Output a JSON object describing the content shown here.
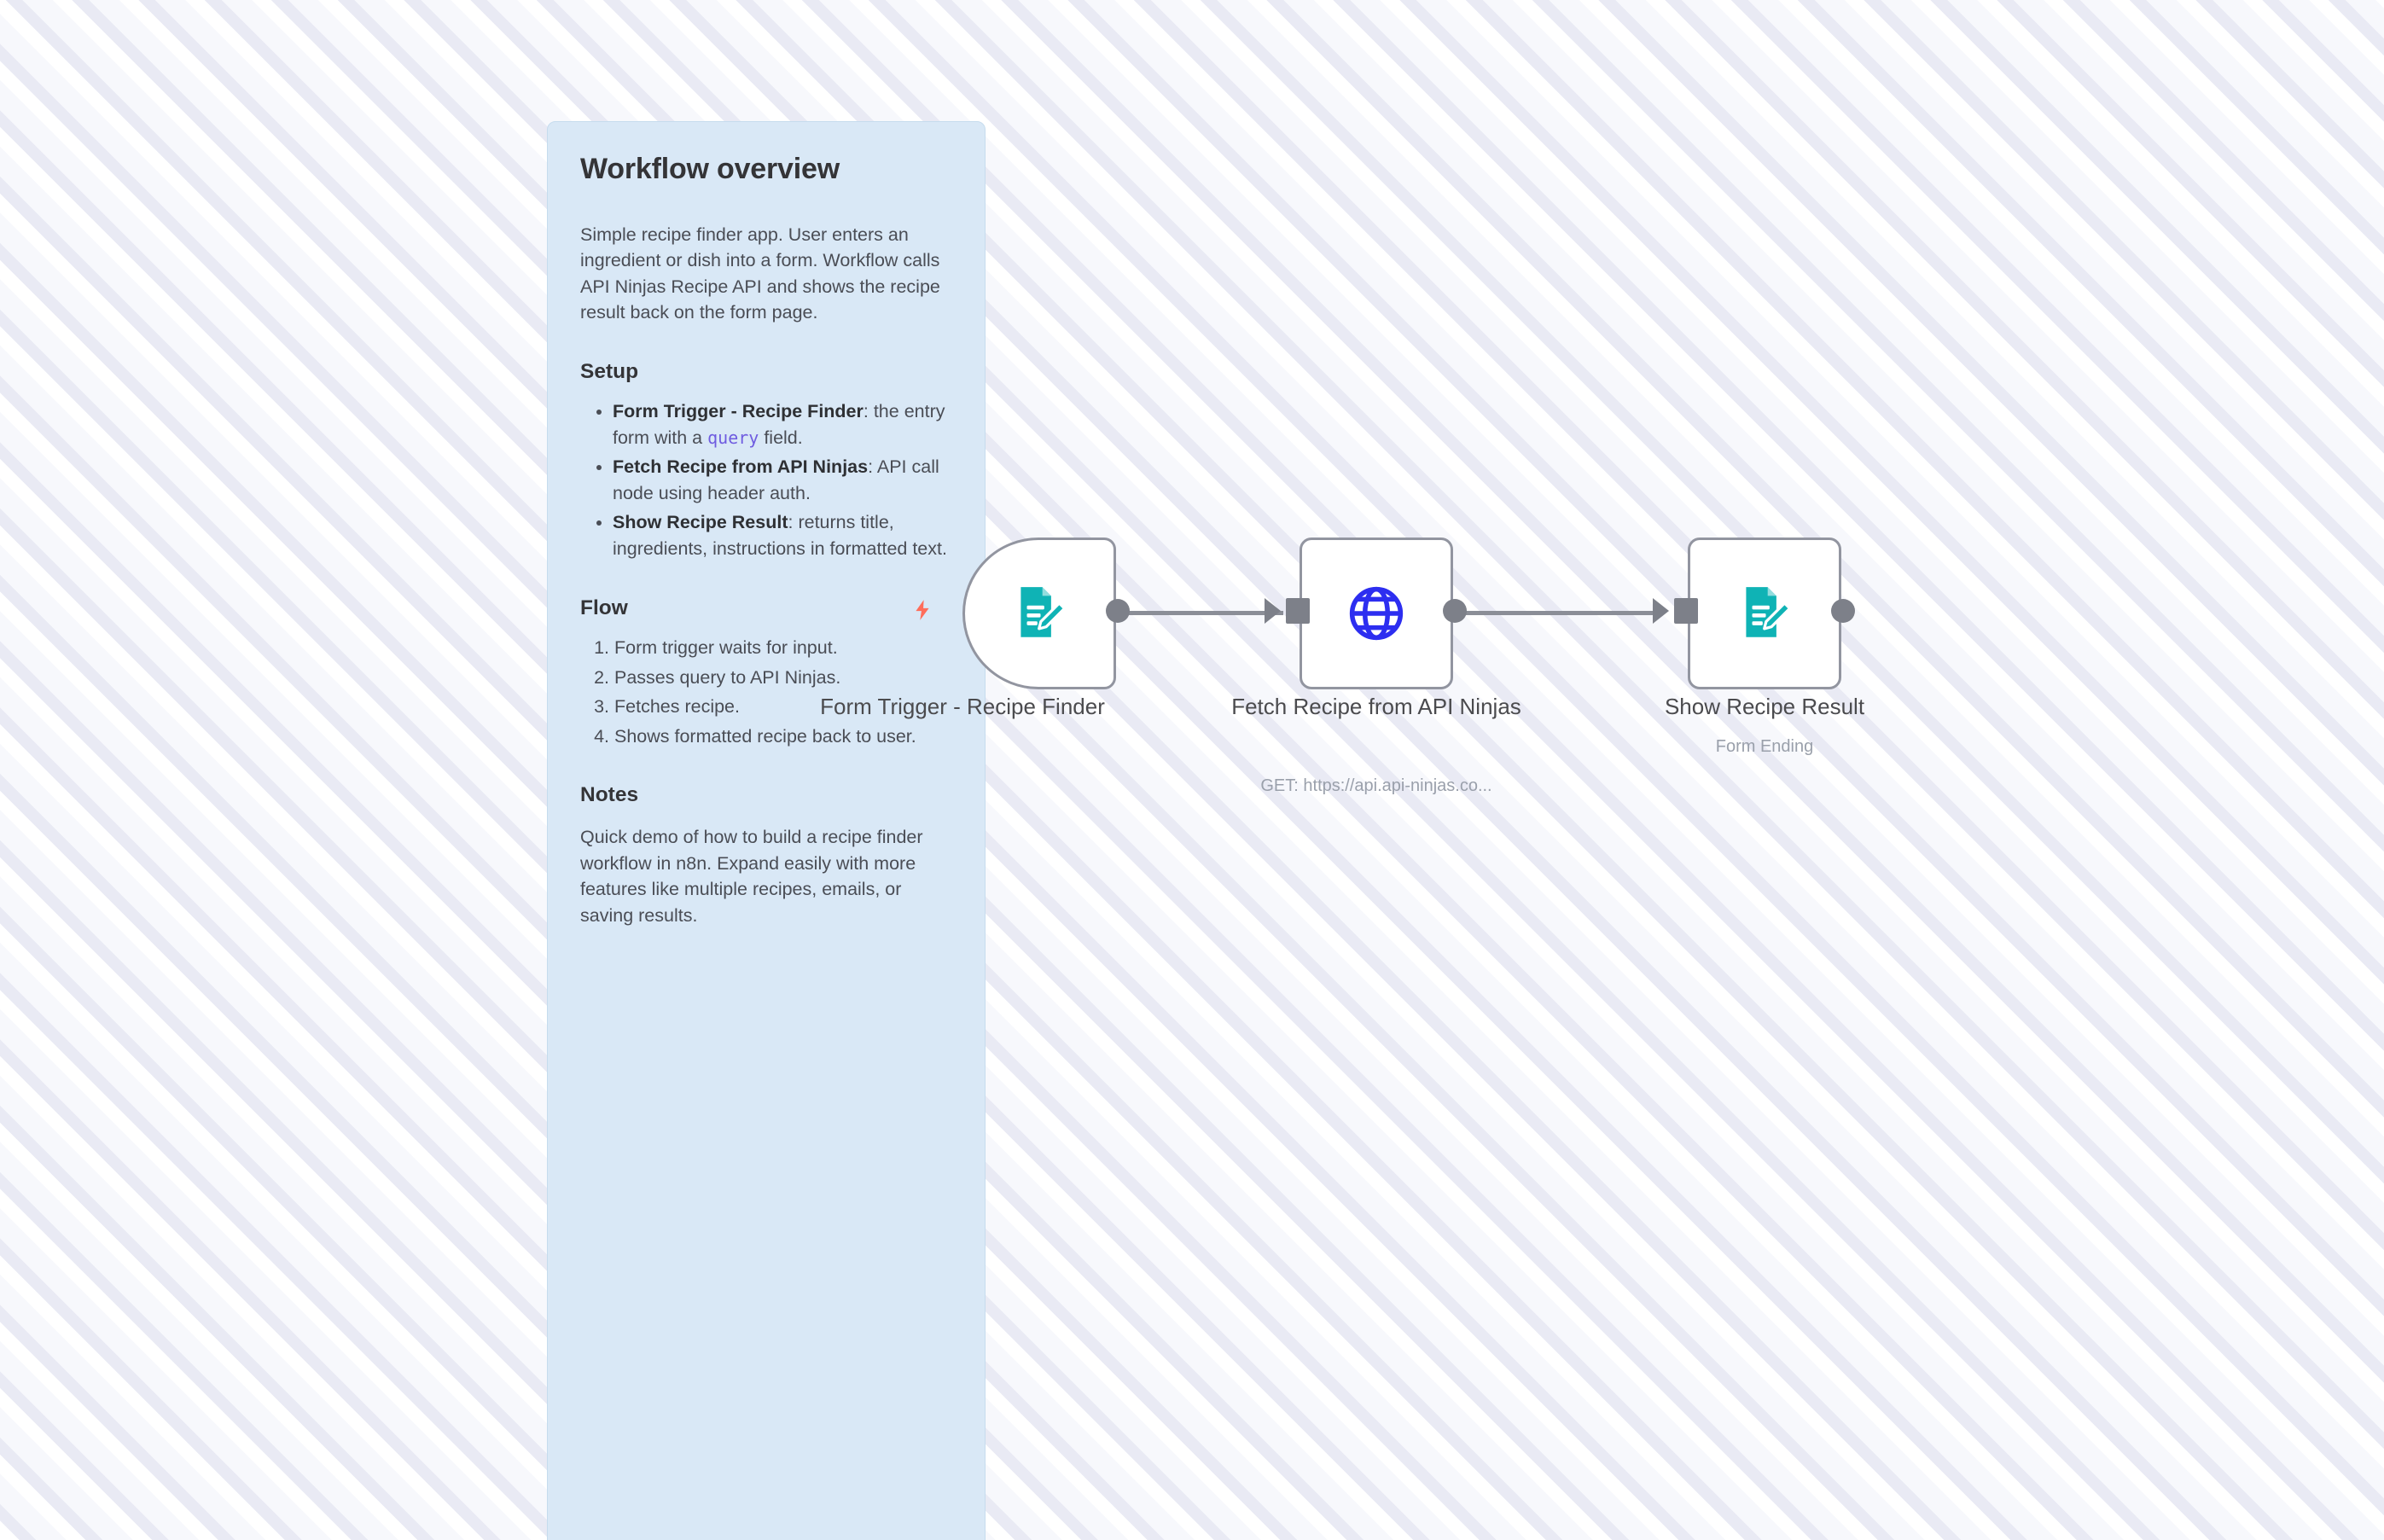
{
  "canvas": {
    "background_color": "#fdfdff",
    "stripe_color": "#e9eaf4"
  },
  "sticky_note": {
    "title": "Workflow overview",
    "background_color": "#d9e8f6",
    "description": "Simple recipe finder app. User enters an ingredient or dish into a form. Workflow calls API Ninjas Recipe API and shows the recipe result back on the form page.",
    "setup": {
      "heading": "Setup",
      "items": [
        {
          "name": "Form Trigger - Recipe Finder",
          "text_before_code": ": the entry form with a ",
          "code": "query",
          "text_after_code": " field."
        },
        {
          "name": "Fetch Recipe from API Ninjas",
          "text_before_code": ": API call node using header auth.",
          "code": "",
          "text_after_code": ""
        },
        {
          "name": "Show Recipe Result",
          "text_before_code": ": returns title, ingredients, instructions in formatted text.",
          "code": "",
          "text_after_code": ""
        }
      ]
    },
    "flow": {
      "heading": "Flow",
      "steps": [
        "Form trigger waits for input.",
        "Passes query to API Ninjas.",
        "Fetches recipe.",
        "Shows formatted recipe back to user."
      ]
    },
    "notes": {
      "heading": "Notes",
      "text": "Quick demo of how to build a recipe finder workflow in n8n. Expand easily with more features like multiple recipes, emails, or saving results."
    }
  },
  "workflow": {
    "nodes": [
      {
        "id": "form-trigger",
        "label": "Form Trigger - Recipe Finder",
        "sublabel": "",
        "icon": "form-document-pencil-icon",
        "icon_color": "#0fb3b5",
        "type": "trigger",
        "has_input": false,
        "has_output": true
      },
      {
        "id": "fetch-recipe",
        "label": "Fetch Recipe from API Ninjas",
        "sublabel": "GET: https://api.api-ninjas.co...",
        "icon": "globe-icon",
        "icon_color": "#2d2ef0",
        "type": "action",
        "has_input": true,
        "has_output": true
      },
      {
        "id": "show-recipe-result",
        "label": "Show Recipe Result",
        "sublabel": "Form Ending",
        "icon": "form-document-pencil-icon",
        "icon_color": "#0fb3b5",
        "type": "action",
        "has_input": true,
        "has_output": true
      }
    ],
    "trigger_indicator": {
      "icon": "lightning-bolt-icon",
      "color": "#ff6d5a"
    }
  }
}
